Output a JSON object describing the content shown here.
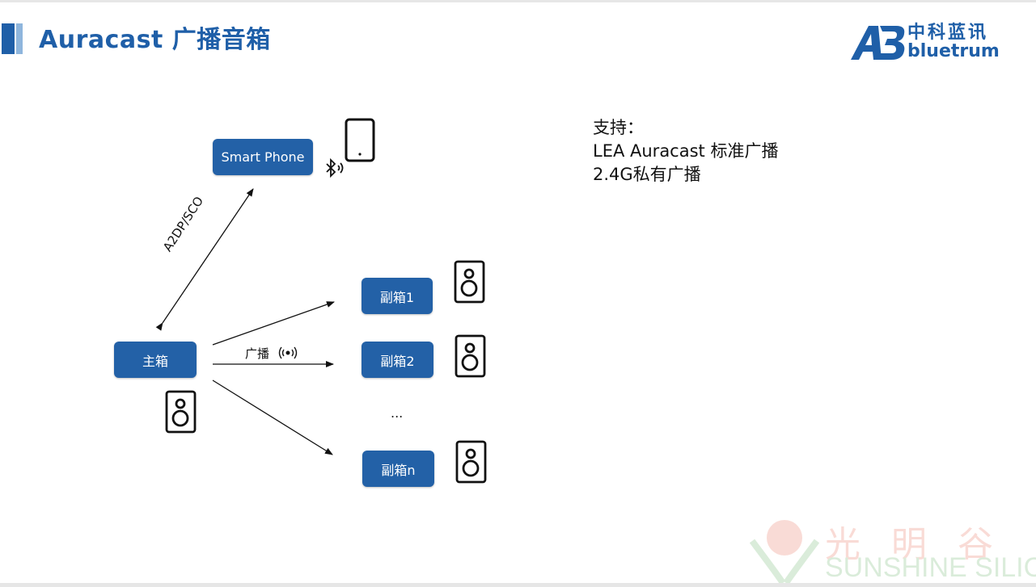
{
  "slide": {
    "title": "Auracast 广播音箱"
  },
  "logo": {
    "cn": "中科蓝讯",
    "en": "bluetrum"
  },
  "diagram": {
    "smart_phone_label": "Smart Phone",
    "main_box_label": "主箱",
    "sub_box_1_label": "副箱1",
    "sub_box_2_label": "副箱2",
    "sub_box_n_label": "副箱n",
    "link_label": "A2DP/SCO",
    "broadcast_label": "广播",
    "ellipsis": "..."
  },
  "support": {
    "heading": "支持：",
    "items": [
      "LEA Auracast 标准广播",
      "2.4G私有广播"
    ]
  },
  "watermark": {
    "cn": "光明谷",
    "en": "SUNSHINE SILICON"
  },
  "colors": {
    "brand_blue": "#1f5fa8",
    "box_blue": "#2361a7"
  },
  "icons": [
    "phone-icon",
    "bluetooth-icon",
    "speaker-icon",
    "broadcast-icon"
  ]
}
